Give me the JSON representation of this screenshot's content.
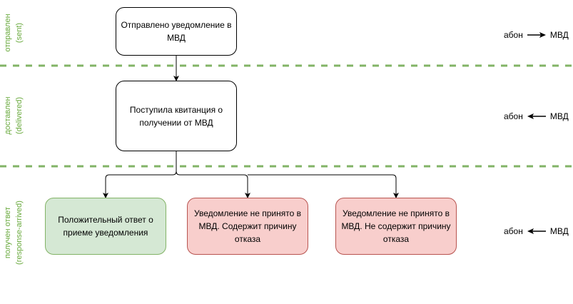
{
  "lanes": [
    {
      "id": "sent",
      "label_line1": "отправлен",
      "label_line2": "(sent)",
      "direction": {
        "left": "абон",
        "right": "МВД",
        "arrow": "right"
      }
    },
    {
      "id": "delivered",
      "label_line1": "доставлен",
      "label_line2": "(delivered)",
      "direction": {
        "left": "абон",
        "right": "МВД",
        "arrow": "left"
      }
    },
    {
      "id": "response-arrived",
      "label_line1": "получен ответ",
      "label_line2": "(response-arrived)",
      "direction": {
        "left": "абон",
        "right": "МВД",
        "arrow": "left"
      }
    }
  ],
  "nodes": {
    "sent": "Отправлено уведомление в МВД",
    "delivered": "Поступила квитанция о получении от МВД",
    "positive": "Положительный ответ о приеме уведомления",
    "rejected_with_reason": "Уведомление не принято в МВД. Содержит причину отказа",
    "rejected_without_reason": "Уведомление не принято в МВД. Не содержит причину отказа"
  },
  "colors": {
    "lane_divider": "#82b366",
    "lane_label": "#6aaa3e",
    "positive_fill": "#d5e8d4",
    "positive_stroke": "#82b366",
    "negative_fill": "#f8cecc",
    "negative_stroke": "#b85450"
  }
}
